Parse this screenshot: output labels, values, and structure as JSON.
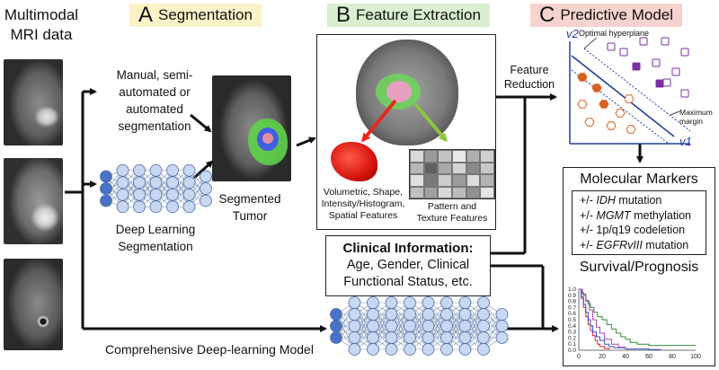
{
  "left": {
    "title_line1": "Multimodal",
    "title_line2": "MRI data"
  },
  "sections": {
    "a": {
      "letter": "A",
      "label": "Segmentation",
      "bg": "#fcf2c8"
    },
    "b": {
      "letter": "B",
      "label": "Feature Extraction",
      "bg": "#d9efcf"
    },
    "c": {
      "letter": "C",
      "label": "Predictive Model",
      "bg": "#f6d3cd"
    }
  },
  "segmentation": {
    "manual_lines": [
      "Manual, semi-",
      "automated or",
      "automated",
      "segmentation"
    ],
    "dl_lines": [
      "Deep Learning",
      "Segmentation"
    ],
    "segmented_lines": [
      "Segmented",
      "Tumor"
    ]
  },
  "features": {
    "volumetric_lines": [
      "Volumetric, Shape,",
      "Intensity/Histogram,",
      "Spatial Features"
    ],
    "texture_lines": [
      "Pattern and",
      "Texture Features"
    ],
    "reduction_lines": [
      "Feature",
      "Reduction"
    ]
  },
  "clinical": {
    "title": "Clinical Information:",
    "lines": [
      "Age, Gender, Clinical",
      "Functional Status, etc."
    ]
  },
  "comprehensive_label": "Comprehensive Deep-learning Model",
  "svm": {
    "optimal_label": "Optimal hyperplane",
    "margin_lines": [
      "Maximum",
      "margin"
    ],
    "v1": "v1",
    "v2": "v2"
  },
  "molecular": {
    "title": "Molecular Markers",
    "rows": [
      {
        "prefix": "+/- ",
        "gene": "IDH",
        "suffix": " mutation"
      },
      {
        "prefix": "+/- ",
        "gene": "MGMT",
        "suffix": " methylation"
      },
      {
        "prefix": "+/- ",
        "gene": "",
        "suffix": "1p/q19 codeletion"
      },
      {
        "prefix": "+/- ",
        "gene": "EGFRvIII",
        "suffix": " mutation"
      }
    ]
  },
  "survival": {
    "title": "Survival/Prognosis",
    "yticks": [
      "1.0",
      "0.9",
      "0.8",
      "0.7",
      "0.6",
      "0.5",
      "0.4",
      "0.3",
      "0.2",
      "0.1",
      "0.0"
    ],
    "xticks": [
      "0",
      "20",
      "40",
      "60",
      "80",
      "100"
    ]
  },
  "colors": {
    "arrow": "#111111",
    "node_dark": "#4a72c4",
    "node_light": "#c8d8f2",
    "feature_arrow_red": "#e8281c",
    "feature_arrow_green": "#8cc63e",
    "svm_line": "#1f3f9c",
    "svm_purple": "#7b2fa0",
    "svm_orange": "#d9621e",
    "km_green": "#2e8b3a",
    "km_red": "#d0202a",
    "km_blue": "#3050c8"
  }
}
